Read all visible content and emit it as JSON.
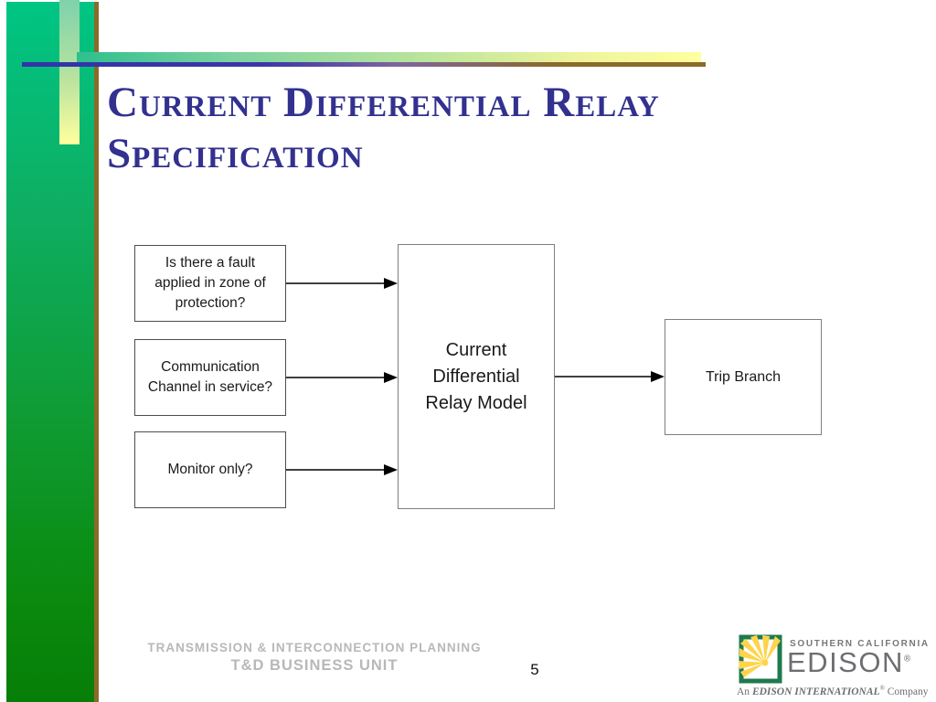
{
  "title": {
    "full": "Current Differential Relay Specification",
    "lines": [
      "Current Differential Relay",
      "Specification"
    ]
  },
  "diagram": {
    "input_boxes": [
      {
        "label": "Is there a fault applied in zone of protection?"
      },
      {
        "label": "Communication Channel in service?"
      },
      {
        "label": "Monitor only?"
      }
    ],
    "process_box": {
      "label": "Current Differential Relay Model"
    },
    "output_box": {
      "label": "Trip Branch"
    }
  },
  "footer": {
    "department": "TRANSMISSION & INTERCONNECTION PLANNING",
    "unit": "T&D BUSINESS UNIT",
    "page_number": "5"
  },
  "logo": {
    "region": "SOUTHERN CALIFORNIA",
    "company": "EDISON",
    "registered_mark": "®",
    "tagline_an": "An",
    "tagline_brand": "EDISON INTERNATIONAL",
    "tagline_registered": "®",
    "tagline_company": "Company"
  },
  "colors": {
    "title_text": "#32318F",
    "sidebar_gradient_top": "#00C584",
    "sidebar_gradient_bottom": "#077E07",
    "accent_blue_line": "#3333AA",
    "accent_brown_line": "#8B6A2A",
    "accent_bar_green": "#2FBF8E",
    "accent_bar_yellow": "#FFFF9E",
    "footer_text": "#B8B8B8",
    "box_border_dark": "#4D4D4D",
    "box_border_gray": "#7F7F7F",
    "arrow_black": "#000000",
    "logo_green": "#1F7A4C",
    "logo_sun_yellow": "#FFD44A",
    "logo_gray": "#6D6E71"
  }
}
